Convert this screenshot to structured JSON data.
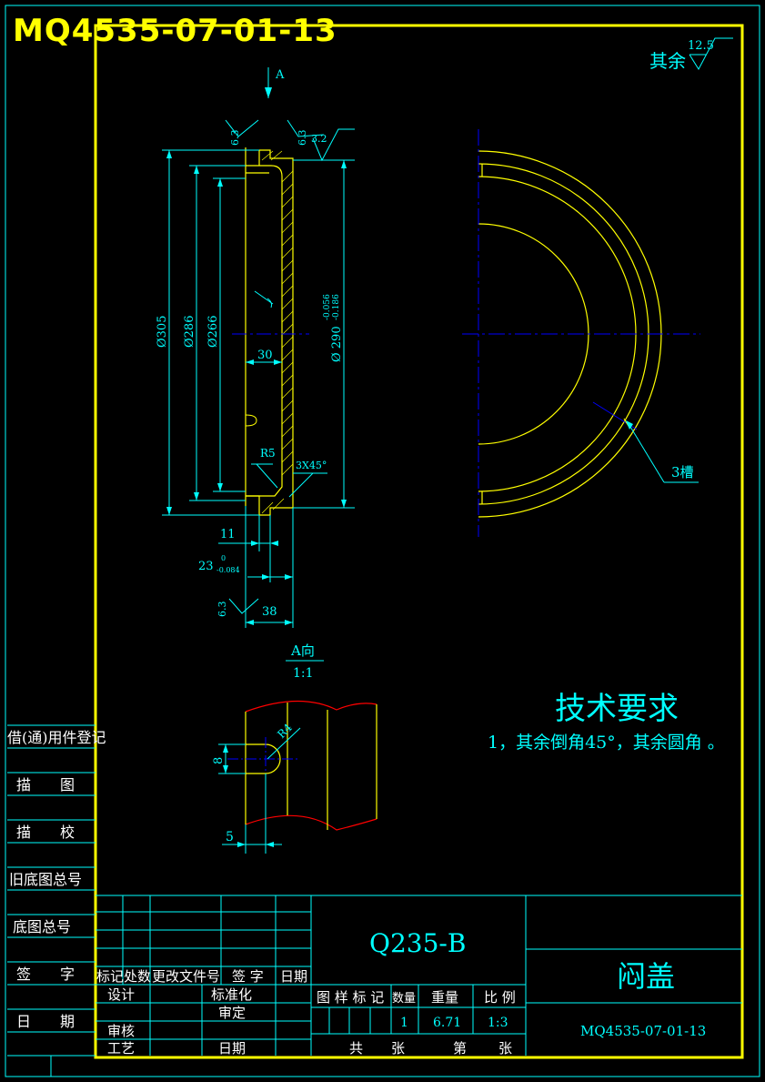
{
  "drawing_number_header": "MQ4535-07-01-13",
  "surface_finish": {
    "other_label": "其余",
    "other_value": "12.5",
    "values": [
      "6.3",
      "6.3",
      "3.2",
      "6.3"
    ]
  },
  "view_arrow_label": "A",
  "dimensions": {
    "d305": "Ø305",
    "d286": "Ø286",
    "d266": "Ø266",
    "d290": "Ø 290",
    "d290_tol_upper": "-0.056",
    "d290_tol_lower": "-0.186",
    "w30": "30",
    "r5": "R5",
    "chamfer": "3X45°",
    "w11": "11",
    "w23": "23",
    "w23_tol_upper": "0",
    "w23_tol_lower": "-0.084",
    "w38": "38",
    "slots": "3槽",
    "detail_r4": "R4",
    "detail_8": "8",
    "detail_5": "5"
  },
  "detail_view": {
    "title": "A向",
    "scale": "1:1"
  },
  "tech_requirements": {
    "title": "技术要求",
    "line1": "1，其余倒角45°，其余圆角   。"
  },
  "side_table": [
    "借(通)用件登记",
    "描　　图",
    "描　　校",
    "旧底图总号",
    "底图总号",
    "签　　字",
    "日　　期"
  ],
  "title_block": {
    "material": "Q235-B",
    "part_name": "闷盖",
    "drawing_number": "MQ4535-07-01-13",
    "rev_headers": [
      "标记",
      "处数",
      "更改文件号",
      "签 字",
      "日期"
    ],
    "roles": {
      "design": "设计",
      "standardize": "标准化",
      "review": "审核",
      "approve": "审定",
      "process": "工艺",
      "date": "日期"
    },
    "info_headers": {
      "stage_mark": "图 样 标 记",
      "quantity": "数量",
      "weight": "重量",
      "scale": "比 例"
    },
    "info_values": {
      "quantity": "1",
      "weight": "6.71",
      "scale": "1:3"
    },
    "sheet": {
      "total": "共",
      "total_unit": "张",
      "current": "第",
      "current_unit": "张"
    }
  },
  "colors": {
    "frame": "#ffff00",
    "lines": "#00ffff",
    "centerline": "#0000ff",
    "dim": "#00ffff",
    "detail_edge": "#ff0000",
    "white": "#ffffff"
  }
}
